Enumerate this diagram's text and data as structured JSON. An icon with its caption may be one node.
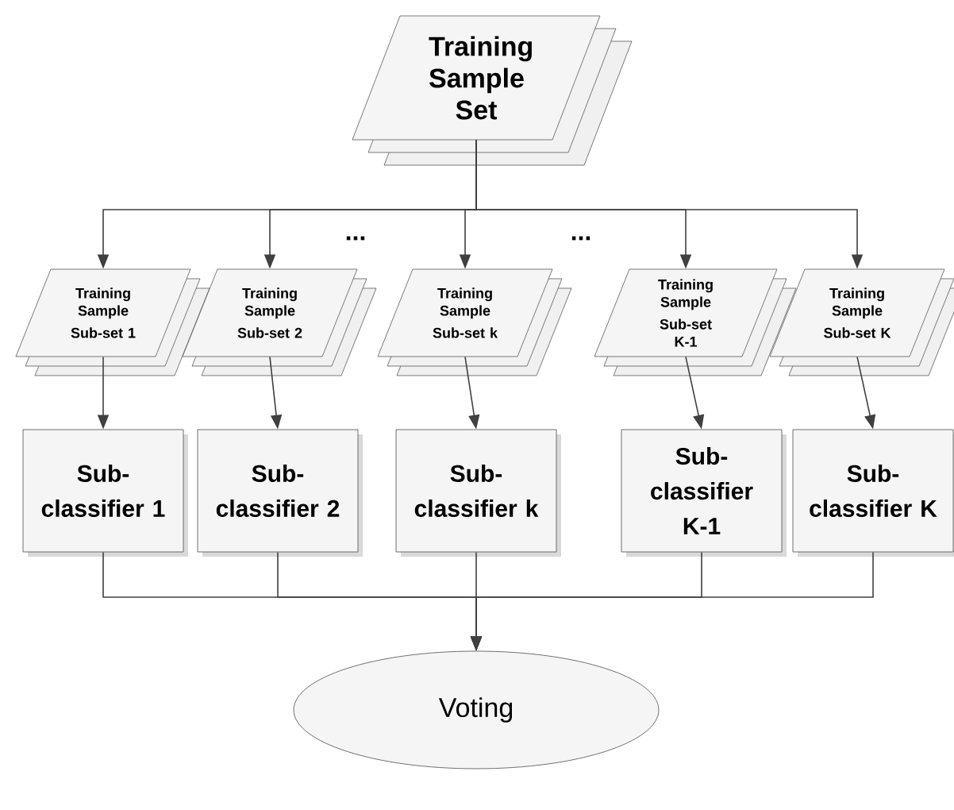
{
  "diagram": {
    "nodes": [
      {
        "text": [
          "Training Sample Set"
        ]
      },
      {
        "text": [
          "Training Sample",
          "Sub-set 1"
        ]
      },
      {
        "text": [
          "Training Sample",
          "Sub-set 2"
        ]
      },
      {
        "text": [
          "Training Sample",
          "Sub-set k"
        ]
      },
      {
        "text": [
          "Training Sample",
          "Sub-set K-1"
        ]
      },
      {
        "text": [
          "Training Sample",
          "Sub-set K"
        ]
      },
      {
        "text": [
          "Sub-classifier 1"
        ]
      },
      {
        "text": [
          "Sub-classifier 2"
        ]
      },
      {
        "text": [
          "Sub-classifier k"
        ]
      },
      {
        "text": [
          "Sub-classifier K-1"
        ]
      },
      {
        "text": [
          "Sub-classifier K"
        ]
      },
      {
        "text": [
          "Voting"
        ]
      }
    ],
    "edges": [
      {
        "from": 0,
        "to": 1,
        "arrow": "to"
      },
      {
        "from": 0,
        "to": 2,
        "arrow": "to"
      },
      {
        "from": 0,
        "to": 3,
        "arrow": "to"
      },
      {
        "from": 0,
        "to": 4,
        "arrow": "to"
      },
      {
        "from": 0,
        "to": 5,
        "arrow": "to"
      },
      {
        "from": 1,
        "to": 6,
        "arrow": "to"
      },
      {
        "from": 2,
        "to": 7,
        "arrow": "to"
      },
      {
        "from": 3,
        "to": 8,
        "arrow": "to"
      },
      {
        "from": 4,
        "to": 9,
        "arrow": "to"
      },
      {
        "from": 5,
        "to": 10,
        "arrow": "to"
      },
      {
        "from": 6,
        "to": 11,
        "arrow": "to"
      },
      {
        "from": 7,
        "to": 11,
        "arrow": "to"
      },
      {
        "from": 8,
        "to": 11,
        "arrow": "to"
      },
      {
        "from": 9,
        "to": 11,
        "arrow": "to"
      },
      {
        "from": 10,
        "to": 11,
        "arrow": "to"
      }
    ],
    "labels": [
      "...",
      "..."
    ]
  }
}
